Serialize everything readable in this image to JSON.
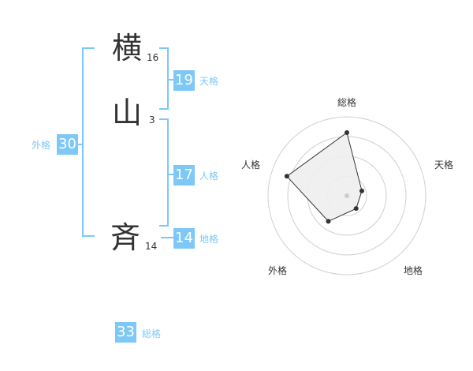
{
  "accent_color": "#7ec8f7",
  "name": [
    {
      "char": "横",
      "strokes": "16"
    },
    {
      "char": "山",
      "strokes": "3"
    },
    {
      "char": "斉",
      "strokes": "14"
    }
  ],
  "fortunes": {
    "tenkaku": {
      "value": "19",
      "label": "天格"
    },
    "jinkaku": {
      "value": "17",
      "label": "人格"
    },
    "chikaku": {
      "value": "14",
      "label": "地格"
    },
    "gaikaku": {
      "value": "30",
      "label": "外格"
    },
    "soukaku": {
      "value": "33",
      "label": "総格"
    }
  },
  "radar": {
    "axes": [
      "総格",
      "天格",
      "地格",
      "外格",
      "人格"
    ],
    "levels": 4,
    "scores": [
      4,
      1,
      1,
      2,
      4
    ],
    "max": 5
  }
}
